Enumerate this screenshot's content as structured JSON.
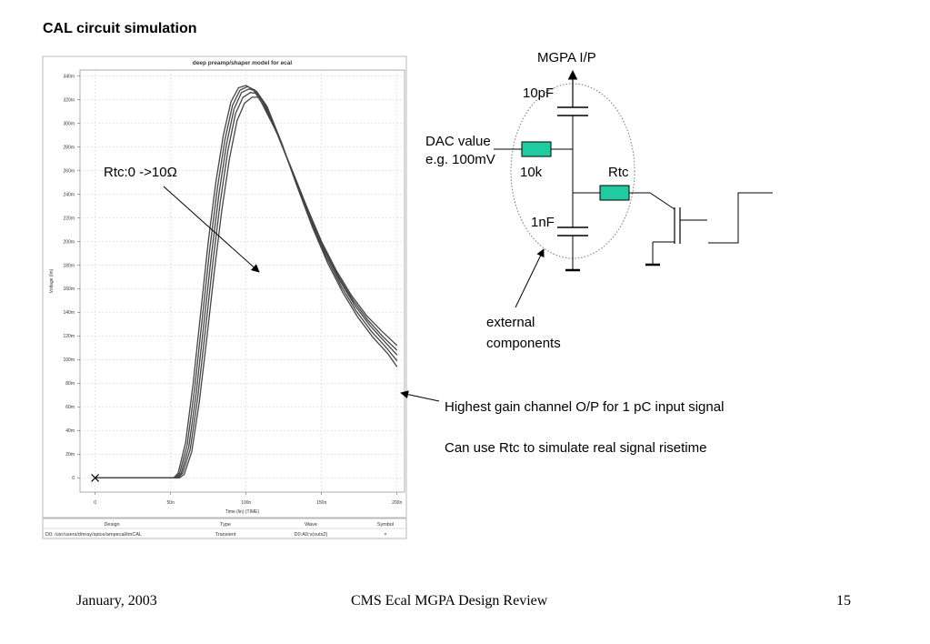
{
  "slide": {
    "title": "CAL circuit simulation",
    "rtc_note": "Rtc:0 ->10Ω",
    "caption_1": "Highest gain channel O/P for 1 pC input signal",
    "caption_2": "Can use Rtc to simulate real signal risetime",
    "footer_date": "January, 2003",
    "footer_center": "CMS Ecal MGPA Design Review",
    "page_number": "15"
  },
  "circuit": {
    "mgpa_label": "MGPA I/P",
    "cap_top_label": "10pF",
    "dac_label_1": "DAC value",
    "dac_label_2": "e.g. 100mV",
    "res_left_label": "10k",
    "res_right_label": "Rtc",
    "cap_bottom_label": "1nF",
    "external_label_1": "external",
    "external_label_2": "components",
    "resistor_color": "#1fcba0"
  },
  "chart_data": {
    "type": "line",
    "title": "deep preamp/shaper model for ecal",
    "xlabel": "Time (lin) (TIME)",
    "ylabel": "Voltage (lin)",
    "x_unit": "ns",
    "xlim": [
      -10,
      205
    ],
    "ylim": [
      -12,
      345
    ],
    "x_ticks": [
      0,
      50,
      100,
      150,
      200
    ],
    "x_tick_labels": [
      "0",
      "50n",
      "100n",
      "150n",
      "200n"
    ],
    "y_ticks": [
      0,
      20,
      40,
      60,
      80,
      100,
      120,
      140,
      160,
      180,
      200,
      220,
      240,
      260,
      280,
      300,
      320,
      340
    ],
    "y_tick_labels": [
      "0",
      "20m",
      "40m",
      "60m",
      "80m",
      "100m",
      "120m",
      "140m",
      "160m",
      "180m",
      "200m",
      "220m",
      "240m",
      "260m",
      "280m",
      "300m",
      "320m",
      "340m"
    ],
    "grid": true,
    "line_color": "#444444",
    "marker_start": [
      0,
      0
    ],
    "legend_table": {
      "headers": [
        "Design",
        "Type",
        "Wave",
        "Symbol"
      ],
      "row": [
        "D0: /usr/users/dmray/spice/ampecal/tmCAL",
        "Transient",
        "D0:A0:v(outs2)",
        "×"
      ]
    },
    "series": [
      {
        "values": [
          [
            0,
            0
          ],
          [
            52,
            0
          ],
          [
            55,
            4
          ],
          [
            60,
            30
          ],
          [
            65,
            80
          ],
          [
            70,
            140
          ],
          [
            75,
            200
          ],
          [
            80,
            250
          ],
          [
            85,
            290
          ],
          [
            90,
            318
          ],
          [
            95,
            330
          ],
          [
            100,
            332
          ],
          [
            105,
            328
          ],
          [
            110,
            318
          ],
          [
            120,
            293
          ],
          [
            130,
            262
          ],
          [
            140,
            230
          ],
          [
            150,
            200
          ],
          [
            160,
            175
          ],
          [
            170,
            154
          ],
          [
            180,
            137
          ],
          [
            190,
            124
          ],
          [
            200,
            112
          ]
        ]
      },
      {
        "values": [
          [
            0,
            0
          ],
          [
            53,
            0
          ],
          [
            56,
            4
          ],
          [
            61,
            28
          ],
          [
            66,
            76
          ],
          [
            71,
            135
          ],
          [
            76,
            194
          ],
          [
            81,
            245
          ],
          [
            86,
            286
          ],
          [
            91,
            315
          ],
          [
            96,
            328
          ],
          [
            101,
            331
          ],
          [
            106,
            328
          ],
          [
            111,
            318
          ],
          [
            121,
            290
          ],
          [
            131,
            258
          ],
          [
            141,
            226
          ],
          [
            151,
            196
          ],
          [
            161,
            171
          ],
          [
            171,
            150
          ],
          [
            181,
            133
          ],
          [
            191,
            119
          ],
          [
            200,
            108
          ]
        ]
      },
      {
        "values": [
          [
            0,
            0
          ],
          [
            54,
            0
          ],
          [
            57,
            4
          ],
          [
            62,
            26
          ],
          [
            67,
            72
          ],
          [
            72,
            130
          ],
          [
            77,
            188
          ],
          [
            82,
            240
          ],
          [
            87,
            282
          ],
          [
            92,
            312
          ],
          [
            97,
            326
          ],
          [
            102,
            329
          ],
          [
            107,
            327
          ],
          [
            112,
            317
          ],
          [
            122,
            288
          ],
          [
            132,
            254
          ],
          [
            142,
            222
          ],
          [
            152,
            192
          ],
          [
            162,
            167
          ],
          [
            172,
            146
          ],
          [
            182,
            129
          ],
          [
            192,
            115
          ],
          [
            200,
            104
          ]
        ]
      },
      {
        "values": [
          [
            0,
            0
          ],
          [
            55,
            0
          ],
          [
            58,
            4
          ],
          [
            63,
            24
          ],
          [
            68,
            68
          ],
          [
            73,
            124
          ],
          [
            78,
            182
          ],
          [
            83,
            234
          ],
          [
            88,
            277
          ],
          [
            93,
            308
          ],
          [
            98,
            322
          ],
          [
            103,
            326
          ],
          [
            108,
            325
          ],
          [
            113,
            316
          ],
          [
            123,
            285
          ],
          [
            133,
            250
          ],
          [
            143,
            217
          ],
          [
            153,
            187
          ],
          [
            163,
            162
          ],
          [
            173,
            141
          ],
          [
            183,
            124
          ],
          [
            193,
            110
          ],
          [
            200,
            99
          ]
        ]
      },
      {
        "values": [
          [
            0,
            0
          ],
          [
            56,
            0
          ],
          [
            59,
            3
          ],
          [
            64,
            22
          ],
          [
            69,
            64
          ],
          [
            74,
            118
          ],
          [
            79,
            175
          ],
          [
            84,
            227
          ],
          [
            89,
            270
          ],
          [
            94,
            302
          ],
          [
            99,
            317
          ],
          [
            104,
            322
          ],
          [
            109,
            322
          ],
          [
            114,
            314
          ],
          [
            124,
            282
          ],
          [
            134,
            246
          ],
          [
            144,
            212
          ],
          [
            154,
            182
          ],
          [
            164,
            157
          ],
          [
            174,
            136
          ],
          [
            184,
            119
          ],
          [
            194,
            105
          ],
          [
            200,
            94
          ]
        ]
      }
    ]
  }
}
